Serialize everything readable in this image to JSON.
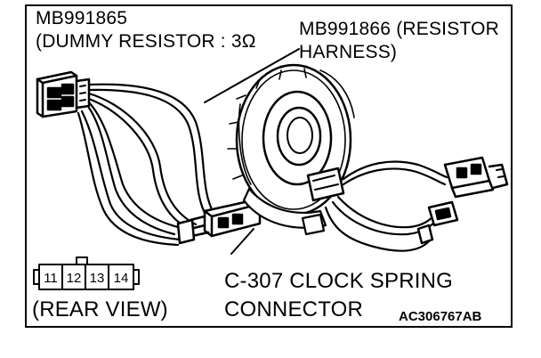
{
  "labels": {
    "dummy_resistor_line1": "MB991865",
    "dummy_resistor_line2": "(DUMMY RESISTOR : 3Ω",
    "resistor_harness_line1": "MB991866 (RESISTOR",
    "resistor_harness_line2": "HARNESS)",
    "clock_spring_line1": "C-307 CLOCK SPRING",
    "clock_spring_line2": "CONNECTOR",
    "rear_view": "(REAR VIEW)",
    "figure_code": "AC306767AB"
  },
  "terminals": [
    "11",
    "12",
    "13",
    "14"
  ],
  "colors": {
    "ink": "#000000",
    "paper": "#ffffff"
  }
}
